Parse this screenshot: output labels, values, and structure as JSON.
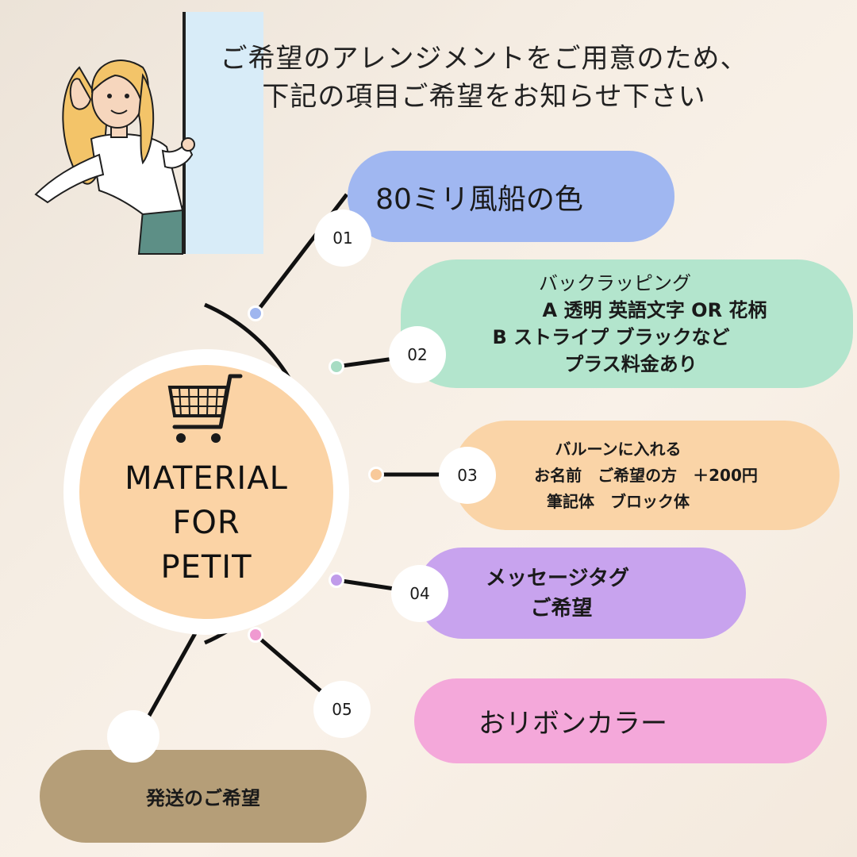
{
  "intro": {
    "line1": "ご希望のアレンジメントをご用意のため、",
    "line2": "下記の項目ご希望をお知らせ下さい"
  },
  "brand": {
    "line1": "MATERIAL",
    "line2": "FOR",
    "line3": "PETIT"
  },
  "items": [
    {
      "number": "01",
      "lines": [
        "80ミリ風船の色"
      ],
      "color": "#a0b7f1"
    },
    {
      "number": "02",
      "lines": [
        "バックラッピング",
        "A 透明 英語文字 OR 花柄",
        "B ストライプ ブラックなど",
        "プラス料金あり"
      ],
      "color": "#b3e5cd"
    },
    {
      "number": "03",
      "lines": [
        "バルーンに入れる",
        "お名前　ご希望の方　＋200円",
        "筆記体　ブロック体"
      ],
      "color": "#fad4a7"
    },
    {
      "number": "04",
      "lines": [
        "メッセージタグ",
        "ご希望"
      ],
      "color": "#c8a3ee"
    },
    {
      "number": "05",
      "lines": [
        "おリボンカラー"
      ],
      "color": "#f4a8da"
    }
  ],
  "shipping": {
    "label": "発送のご希望",
    "color": "#b59e78"
  },
  "icons": {
    "cart": "shopping-cart-icon",
    "person": "listening-woman-illustration"
  }
}
